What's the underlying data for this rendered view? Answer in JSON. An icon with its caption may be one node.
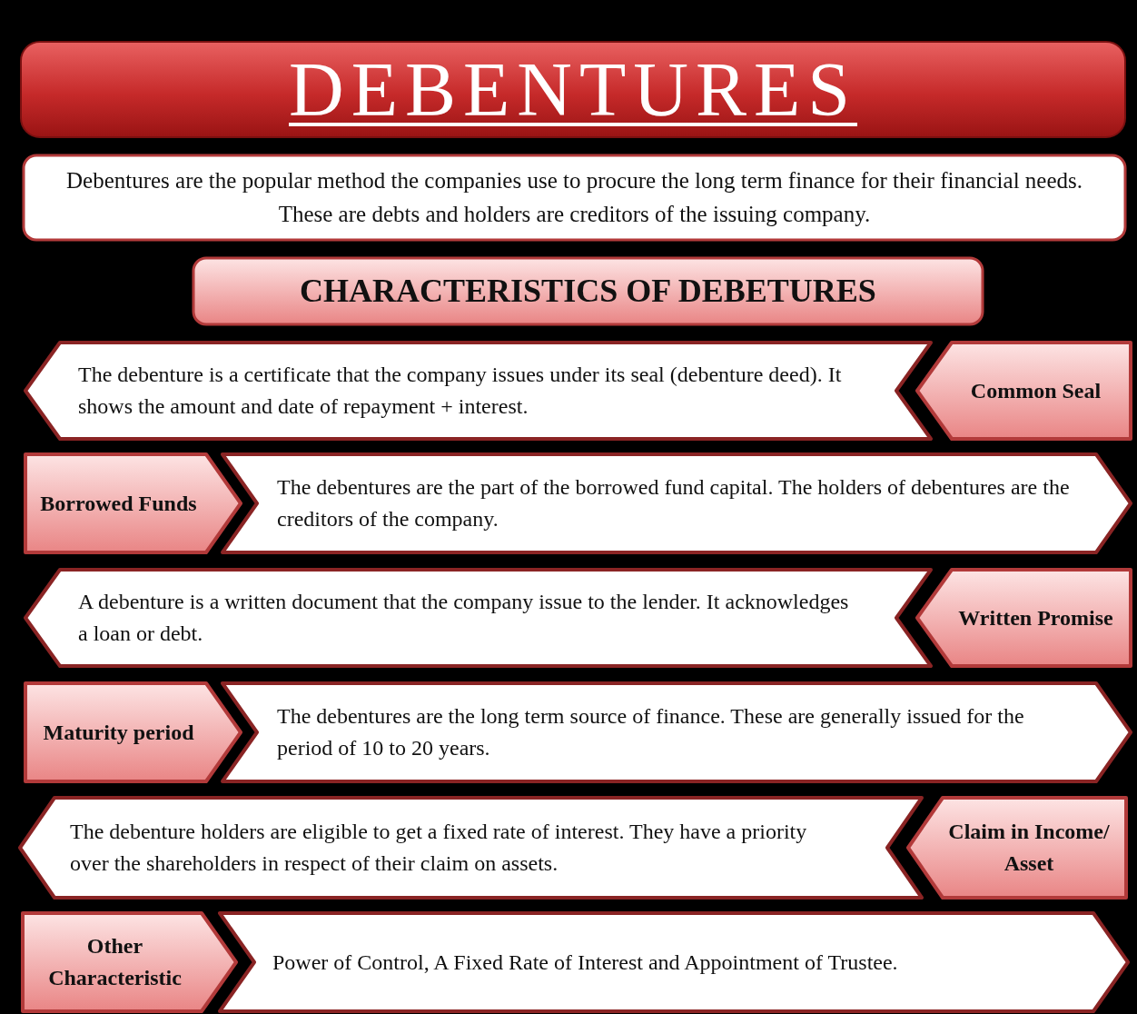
{
  "diagram": {
    "title": "DEBENTURES",
    "nodes": [
      {
        "text": [
          "Debentures are the popular method the companies use to procure the long term finance for their financial needs. These are debts and holders are creditors of the issuing company."
        ]
      },
      {
        "text": [
          "CHARACTERISTICS OF DEBETURES"
        ]
      },
      {
        "text": [
          "The debenture is a certificate that the company issues under its seal (debenture deed). It shows the amount and date of repayment + interest."
        ]
      },
      {
        "text": [
          "Common Seal"
        ]
      },
      {
        "text": [
          "Borrowed Funds"
        ]
      },
      {
        "text": [
          "The debentures are the part of the borrowed fund capital. The holders of debentures are the creditors of the company."
        ]
      },
      {
        "text": [
          "A debenture is a written document that the company issue to the lender. It acknowledges a loan or debt."
        ]
      },
      {
        "text": [
          "Written Promise"
        ]
      },
      {
        "text": [
          "Maturity period"
        ]
      },
      {
        "text": [
          "The debentures are the long term source of finance. These are generally issued for the period of 10 to 20 years."
        ]
      },
      {
        "text": [
          "The debenture holders are eligible to get a fixed rate of interest. They have a priority over the shareholders in respect of their claim on assets."
        ]
      },
      {
        "text": [
          "Claim in Income/ Asset"
        ]
      },
      {
        "text": [
          "Other Characteristic"
        ]
      },
      {
        "text": [
          "Power of Control, A Fixed Rate of Interest and Appointment of Trustee."
        ]
      }
    ]
  }
}
